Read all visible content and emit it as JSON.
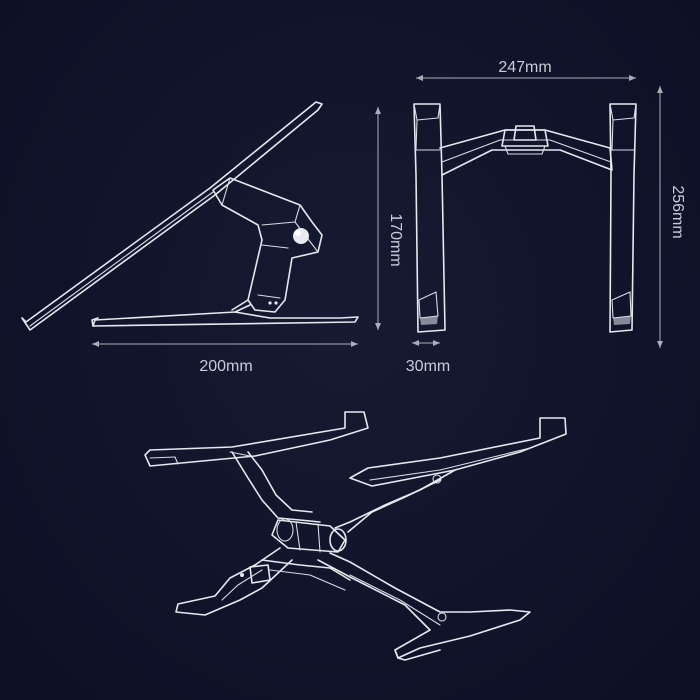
{
  "dimensions": {
    "side_width": "200mm",
    "side_height": "170mm",
    "front_width": "247mm",
    "front_height": "256mm",
    "front_depth": "30mm"
  },
  "colors": {
    "background": "#10142a",
    "line": "#e6e8ee",
    "dimension": "#a9adb9",
    "text": "#c9ccd6"
  }
}
